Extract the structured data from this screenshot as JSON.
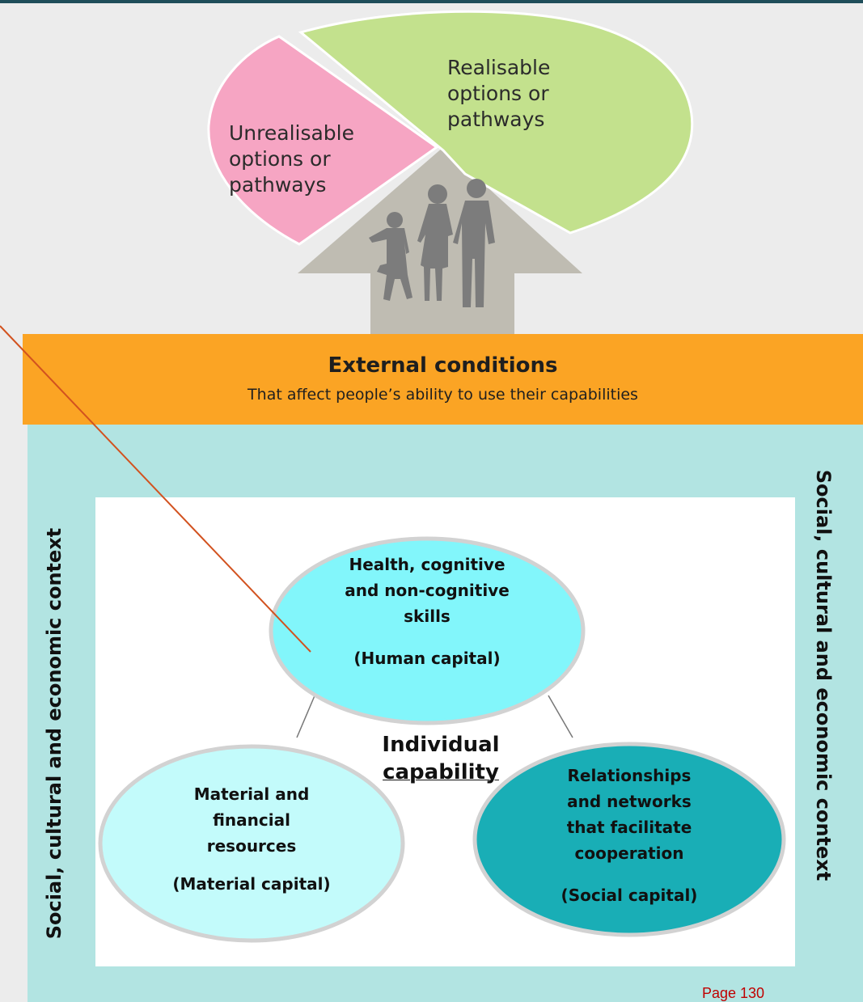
{
  "diagram": {
    "pie": {
      "realisable_label": "Realisable\noptions or\npathways",
      "unrealisable_label": "Unrealisable\noptions or\npathways",
      "realisable_color": "#c3e18d",
      "unrealisable_color": "#f6a5c3"
    },
    "arrow_color": "#bfbcb2",
    "figures_color": "#7c7c7c",
    "external_conditions": {
      "title": "External conditions",
      "subtitle": "That affect people’s ability to use their capabilities",
      "color": "#fba424"
    },
    "context": {
      "left_label": "Social, cultural and economic context",
      "right_label": "Social, cultural and economic context",
      "color": "#b2e4e2"
    },
    "center_label_line1": "Individual",
    "center_label_line2": "capability",
    "capitals": {
      "human": {
        "text": "Health, cognitive\nand non-cognitive\nskills",
        "tag": "(Human capital)",
        "color": "#82f6fb"
      },
      "material": {
        "text": "Material and\nfinancial\nresources",
        "tag": "(Material capital)",
        "color": "#c3fbfb"
      },
      "social": {
        "text": "Relationships\nand networks\nthat facilitate\ncooperation",
        "tag": "(Social capital)",
        "color": "#19aeb6"
      }
    },
    "annotation_line_color": "#d2521f",
    "page_number": "Page 130"
  }
}
